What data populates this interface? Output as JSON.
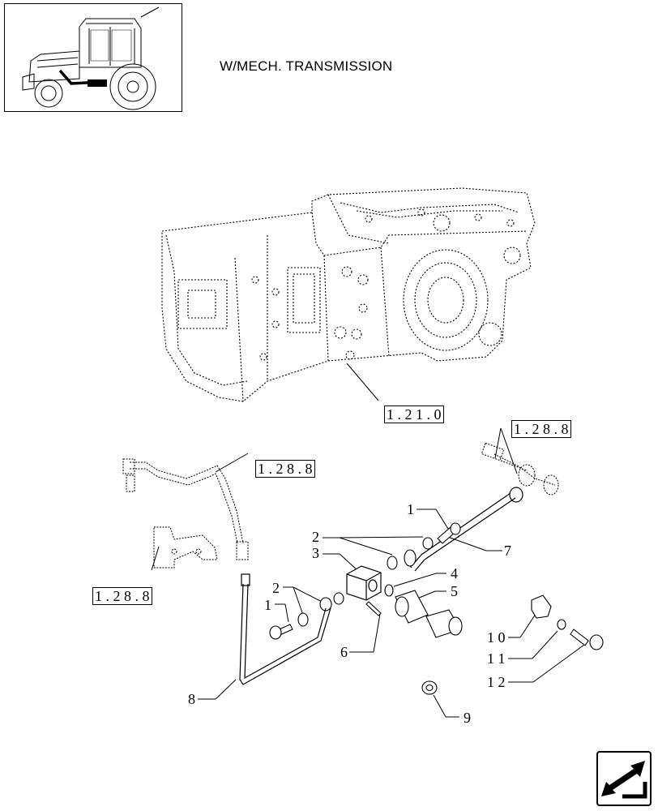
{
  "header": {
    "title": "W/MECH. TRANSMISSION"
  },
  "references": {
    "ref_transmission": "1 . 2 1 . 0",
    "ref_right": "1 . 2 8 . 8",
    "ref_middle": "1 . 2 8 . 8",
    "ref_left": "1 . 2 8 . 8"
  },
  "callouts": {
    "c1_top": "1",
    "c2_top": "2",
    "c3": "3",
    "c4": "4",
    "c5": "5",
    "c2_bottom": "2",
    "c1_bottom": "1",
    "c6": "6",
    "c7": "7",
    "c8": "8",
    "c9": "9",
    "c10": "1 0",
    "c11": "1 1",
    "c12": "1 2"
  },
  "colors": {
    "line": "#000000",
    "thumb_highlight": "#000000"
  },
  "icons": {
    "nav": "arrow-return-icon",
    "thumbnail": "tractor-thumbnail-icon"
  }
}
